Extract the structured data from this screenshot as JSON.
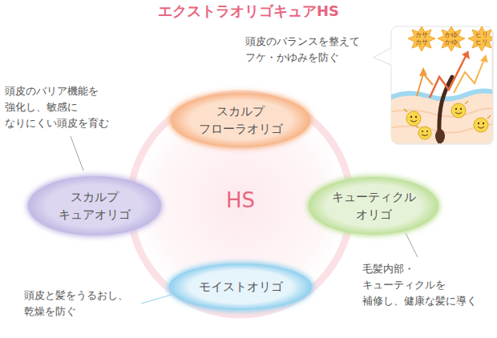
{
  "diagram": {
    "title": "エクストラオリゴキュアHS",
    "nodes": [
      {
        "text": [
          "スカルプ フローラオリゴ"
        ]
      },
      {
        "text": [
          "スカルプ キュアオリゴ"
        ]
      },
      {
        "text": [
          "キューティクル オリゴ"
        ]
      },
      {
        "text": [
          "モイストオリゴ"
        ]
      }
    ],
    "labels": [
      "頭皮のバランスを整えて フケ・かゆみを防ぐ",
      "頭皮のバリア機能を 強化し、敏感に なりにくい頭皮を育む",
      "毛髪内部・ キューティクルを 補修し、健康な髪に導く",
      "頭皮と髪をうるおし、 乾燥を防ぐ",
      "HS",
      "カサ カサ",
      "かゆ かゆ",
      "ヒリ ヒリ"
    ]
  }
}
